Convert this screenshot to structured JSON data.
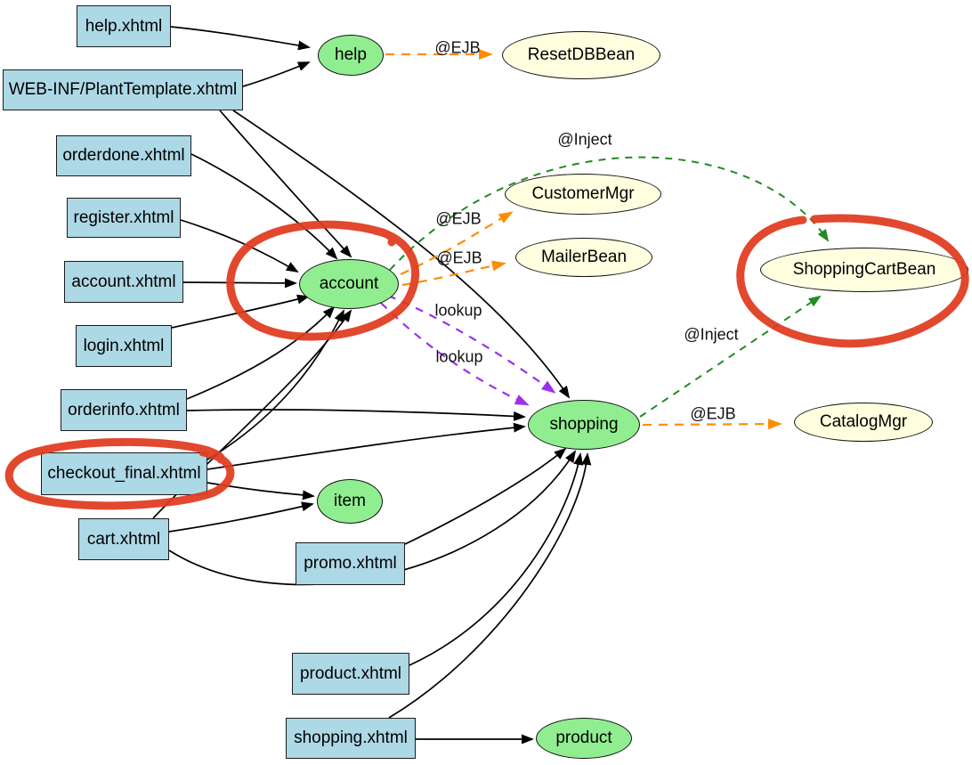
{
  "nodes": {
    "help_xhtml": {
      "label": "help.xhtml",
      "type": "page"
    },
    "plant_template": {
      "label": "WEB-INF/PlantTemplate.xhtml",
      "type": "page"
    },
    "orderdone_xhtml": {
      "label": "orderdone.xhtml",
      "type": "page"
    },
    "register_xhtml": {
      "label": "register.xhtml",
      "type": "page"
    },
    "account_xhtml": {
      "label": "account.xhtml",
      "type": "page"
    },
    "login_xhtml": {
      "label": "login.xhtml",
      "type": "page"
    },
    "orderinfo_xhtml": {
      "label": "orderinfo.xhtml",
      "type": "page"
    },
    "checkout_final_xhtml": {
      "label": "checkout_final.xhtml",
      "type": "page"
    },
    "cart_xhtml": {
      "label": "cart.xhtml",
      "type": "page"
    },
    "promo_xhtml": {
      "label": "promo.xhtml",
      "type": "page"
    },
    "product_xhtml": {
      "label": "product.xhtml",
      "type": "page"
    },
    "shopping_xhtml": {
      "label": "shopping.xhtml",
      "type": "page"
    },
    "help": {
      "label": "help",
      "type": "controller"
    },
    "account": {
      "label": "account",
      "type": "controller"
    },
    "item": {
      "label": "item",
      "type": "controller"
    },
    "shopping": {
      "label": "shopping",
      "type": "controller"
    },
    "product": {
      "label": "product",
      "type": "controller"
    },
    "resetdbbean": {
      "label": "ResetDBBean",
      "type": "bean"
    },
    "customermgr": {
      "label": "CustomerMgr",
      "type": "bean"
    },
    "mailerbean": {
      "label": "MailerBean",
      "type": "bean"
    },
    "shoppingcartbean": {
      "label": "ShoppingCartBean",
      "type": "bean"
    },
    "catalogmgr": {
      "label": "CatalogMgr",
      "type": "bean"
    }
  },
  "edge_labels": {
    "help_ejb": "@EJB",
    "inject_account": "@Inject",
    "customer_ejb": "@EJB",
    "mailer_ejb": "@EJB",
    "lookup_1": "lookup",
    "lookup_2": "lookup",
    "inject_shopping": "@Inject",
    "catalog_ejb": "@EJB"
  },
  "edges": [
    {
      "from": "help.xhtml",
      "to": "help",
      "type": "navigation"
    },
    {
      "from": "WEB-INF/PlantTemplate.xhtml",
      "to": "help",
      "type": "navigation"
    },
    {
      "from": "WEB-INF/PlantTemplate.xhtml",
      "to": "account",
      "type": "navigation"
    },
    {
      "from": "WEB-INF/PlantTemplate.xhtml",
      "to": "shopping",
      "type": "navigation"
    },
    {
      "from": "orderdone.xhtml",
      "to": "account",
      "type": "navigation"
    },
    {
      "from": "register.xhtml",
      "to": "account",
      "type": "navigation"
    },
    {
      "from": "account.xhtml",
      "to": "account",
      "type": "navigation"
    },
    {
      "from": "login.xhtml",
      "to": "account",
      "type": "navigation"
    },
    {
      "from": "orderinfo.xhtml",
      "to": "account",
      "type": "navigation"
    },
    {
      "from": "orderinfo.xhtml",
      "to": "shopping",
      "type": "navigation"
    },
    {
      "from": "checkout_final.xhtml",
      "to": "account",
      "type": "navigation"
    },
    {
      "from": "checkout_final.xhtml",
      "to": "shopping",
      "type": "navigation"
    },
    {
      "from": "checkout_final.xhtml",
      "to": "item",
      "type": "navigation"
    },
    {
      "from": "cart.xhtml",
      "to": "account",
      "type": "navigation"
    },
    {
      "from": "cart.xhtml",
      "to": "item",
      "type": "navigation"
    },
    {
      "from": "cart.xhtml",
      "to": "shopping",
      "type": "navigation"
    },
    {
      "from": "promo.xhtml",
      "to": "shopping",
      "type": "navigation"
    },
    {
      "from": "product.xhtml",
      "to": "shopping",
      "type": "navigation"
    },
    {
      "from": "shopping.xhtml",
      "to": "shopping",
      "type": "navigation"
    },
    {
      "from": "shopping.xhtml",
      "to": "product",
      "type": "navigation"
    },
    {
      "from": "help",
      "to": "ResetDBBean",
      "type": "@EJB"
    },
    {
      "from": "account",
      "to": "CustomerMgr",
      "type": "@EJB"
    },
    {
      "from": "account",
      "to": "MailerBean",
      "type": "@EJB"
    },
    {
      "from": "account",
      "to": "ShoppingCartBean",
      "type": "@Inject"
    },
    {
      "from": "account",
      "to": "shopping",
      "type": "lookup"
    },
    {
      "from": "account",
      "to": "shopping",
      "type": "lookup"
    },
    {
      "from": "shopping",
      "to": "ShoppingCartBean",
      "type": "@Inject"
    },
    {
      "from": "shopping",
      "to": "CatalogMgr",
      "type": "@EJB"
    }
  ],
  "annotations": [
    "account circled in red",
    "checkout_final.xhtml circled in red",
    "ShoppingCartBean circled in red"
  ],
  "colors": {
    "page_fill": "#ADD8E6",
    "controller_fill": "#90EE90",
    "bean_fill": "#FFFFE0",
    "edge": "#000000",
    "ejb_edge": "#FF8C00",
    "inject_edge": "#228B22",
    "lookup_edge": "#9B30F0",
    "annotation": "#E03A1E"
  }
}
